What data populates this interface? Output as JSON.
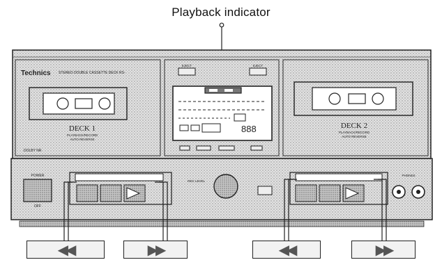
{
  "caption": "Playback indicator",
  "brand": "Technics",
  "model_line": "STEREO DOUBLE CASSETTE DECK RS-",
  "deck1": {
    "name": "DECK 1",
    "sub1": "PLAYBACK/RECORD",
    "sub2": "AUTO REVERSE"
  },
  "deck2": {
    "name": "DECK 2",
    "sub1": "PLAYBACK/RECORD",
    "sub2": "AUTO REVERSE"
  },
  "display": {
    "counter": "888"
  },
  "eject": [
    "EJECT",
    "EJECT"
  ],
  "power": [
    "POWER",
    "OFF"
  ],
  "dolby": "DOLBY NR",
  "rec_level": "REC LEVEL",
  "phones": "PHONES",
  "callouts": [
    {
      "name": "deck1-rewind",
      "glyph": "◀◀"
    },
    {
      "name": "deck1-play",
      "glyph": "▶▶"
    },
    {
      "name": "deck2-rewind",
      "glyph": "◀◀"
    },
    {
      "name": "deck2-play",
      "glyph": "▶▶"
    }
  ],
  "colors": {
    "ink": "#222222",
    "paper": "#ffffff",
    "shade": "#c9c9c9",
    "darkshade": "#9a9a9a"
  }
}
